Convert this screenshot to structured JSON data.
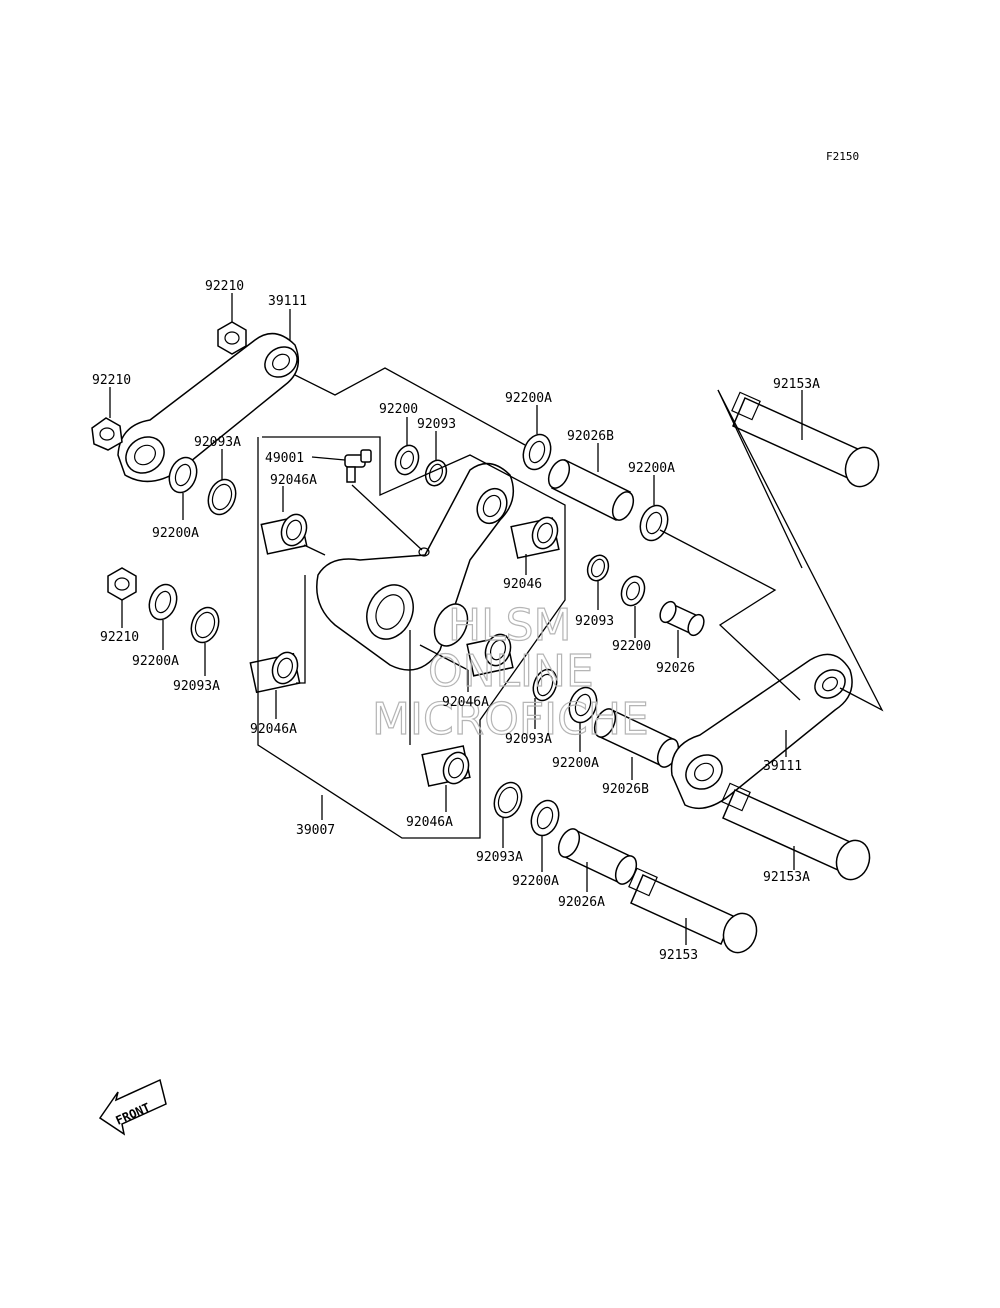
{
  "figure_code": "F2150",
  "front_label": "FRONT",
  "watermark": {
    "line1": "HLSM",
    "line2": "ONLINE",
    "line3": "MICROFICHE"
  },
  "labels": {
    "p92210_top": "92210",
    "p39111_top": "39111",
    "p92210_left": "92210",
    "p92093A_tl": "92093A",
    "p92200A_tl": "92200A",
    "p92200_top": "92200",
    "p92093_top": "92093",
    "p49001": "49001",
    "p92046A_1": "92046A",
    "p92200A_top": "92200A",
    "p92026B_top": "92026B",
    "p92200A_r": "92200A",
    "p92153A_top": "92153A",
    "p92046": "92046",
    "p92210_mid": "92210",
    "p92200A_mid": "92200A",
    "p92093A_mid": "92093A",
    "p92093_mid": "92093",
    "p92200_mid": "92200",
    "p92026": "92026",
    "p92046A_2": "92046A",
    "p92046A_3": "92046A",
    "p92093A_c": "92093A",
    "p92200A_c": "92200A",
    "p92026B_c": "92026B",
    "p39111_r": "39111",
    "p39007": "39007",
    "p92046A_4": "92046A",
    "p92093A_b": "92093A",
    "p92200A_b": "92200A",
    "p92026A": "92026A",
    "p92153A_b": "92153A",
    "p92153": "92153"
  }
}
